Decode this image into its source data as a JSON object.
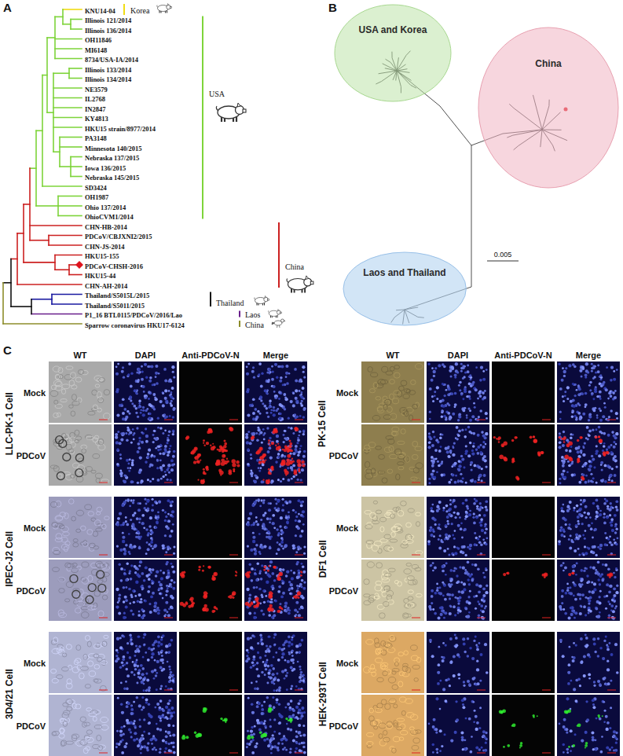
{
  "diagram": {
    "nodes": [
      {
        "text": [
          "USA and Korea"
        ]
      },
      {
        "text": [
          "China"
        ]
      },
      {
        "text": [
          "Laos and Thailand"
        ]
      }
    ],
    "labels": [
      "A",
      "KNU14-04",
      "Illinois 121/2014",
      "Illinois 136/2014",
      "OH11846",
      "MI6148",
      "8734/USA-IA/2014",
      "Illinois 133/2014",
      "Illinois 134/2014",
      "NE3579",
      "IL2768",
      "IN2847",
      "KY4813",
      "HKU15 strain/8977/2014",
      "PA3148",
      "Minnesota 140/2015",
      "Nebraska 137/2015",
      "Iowa 136/2015",
      "Nebraska 145/2015",
      "SD3424",
      "OH1987",
      "Ohio 137/2014",
      "OhioCVM1/2014",
      "CHN-HB-2014",
      "PDCoV/CBJXNI2/2015",
      "CHN-JS-2014",
      "HKU15-155",
      "PDCoV-CHSH-2016",
      "HKU15-44",
      "CHN-AH-2014",
      "Thailand/S5015L/2015",
      "Thailand/S5011/2015",
      "P1_16 BTL0115/PDCoV/2016/Lao",
      "Sparrow coronavirus HKU17-6124",
      "Korea",
      "USA",
      "China",
      "Thailand",
      "Laos",
      "China",
      "B",
      "0.005",
      "C",
      "WT",
      "DAPI",
      "Anti-PDCoV-N",
      "Merge",
      "WT",
      "DAPI",
      "Anti-PDCoV-N",
      "Merge",
      "LLC-PK-1 Cell",
      "Mock",
      "PDCoV",
      "PK-15 Cell",
      "Mock",
      "PDCoV",
      "IPEC-J2 Cell",
      "Mock",
      "PDCoV",
      "DF1 Cell",
      "Mock",
      "PDCoV",
      "3D4/21 Cell",
      "Mock",
      "PDCoV",
      "HEK-293T Cell",
      "Mock",
      "PDCoV"
    ]
  }
}
